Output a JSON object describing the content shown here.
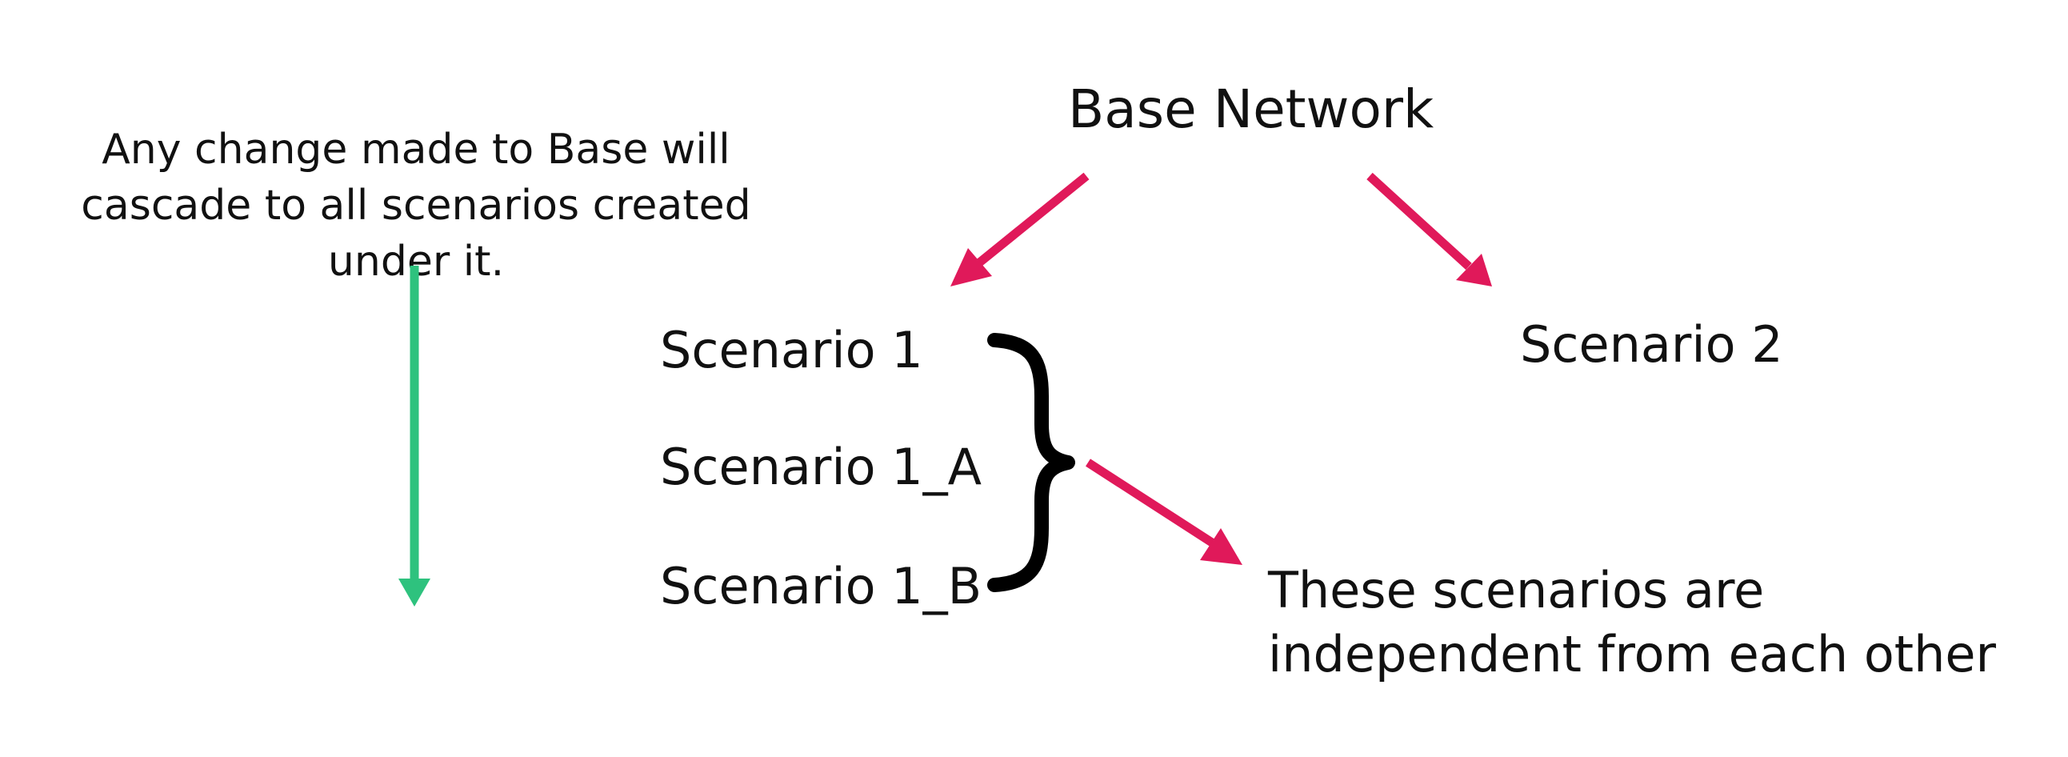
{
  "diagram": {
    "note_text": "Any change made to Base will cascade to all scenarios created under it.",
    "base_label": "Base Network",
    "scenario1_label": "Scenario 1",
    "scenario1a_label": "Scenario 1_A",
    "scenario1b_label": "Scenario 1_B",
    "scenario2_label": "Scenario 2",
    "independent_line1": "These scenarios are",
    "independent_line2": "independent from each other"
  },
  "colors": {
    "hierarchy_arrow": "#e0195a",
    "cascade_arrow": "#2ec27e",
    "text": "#111111",
    "brace": "#000000"
  }
}
